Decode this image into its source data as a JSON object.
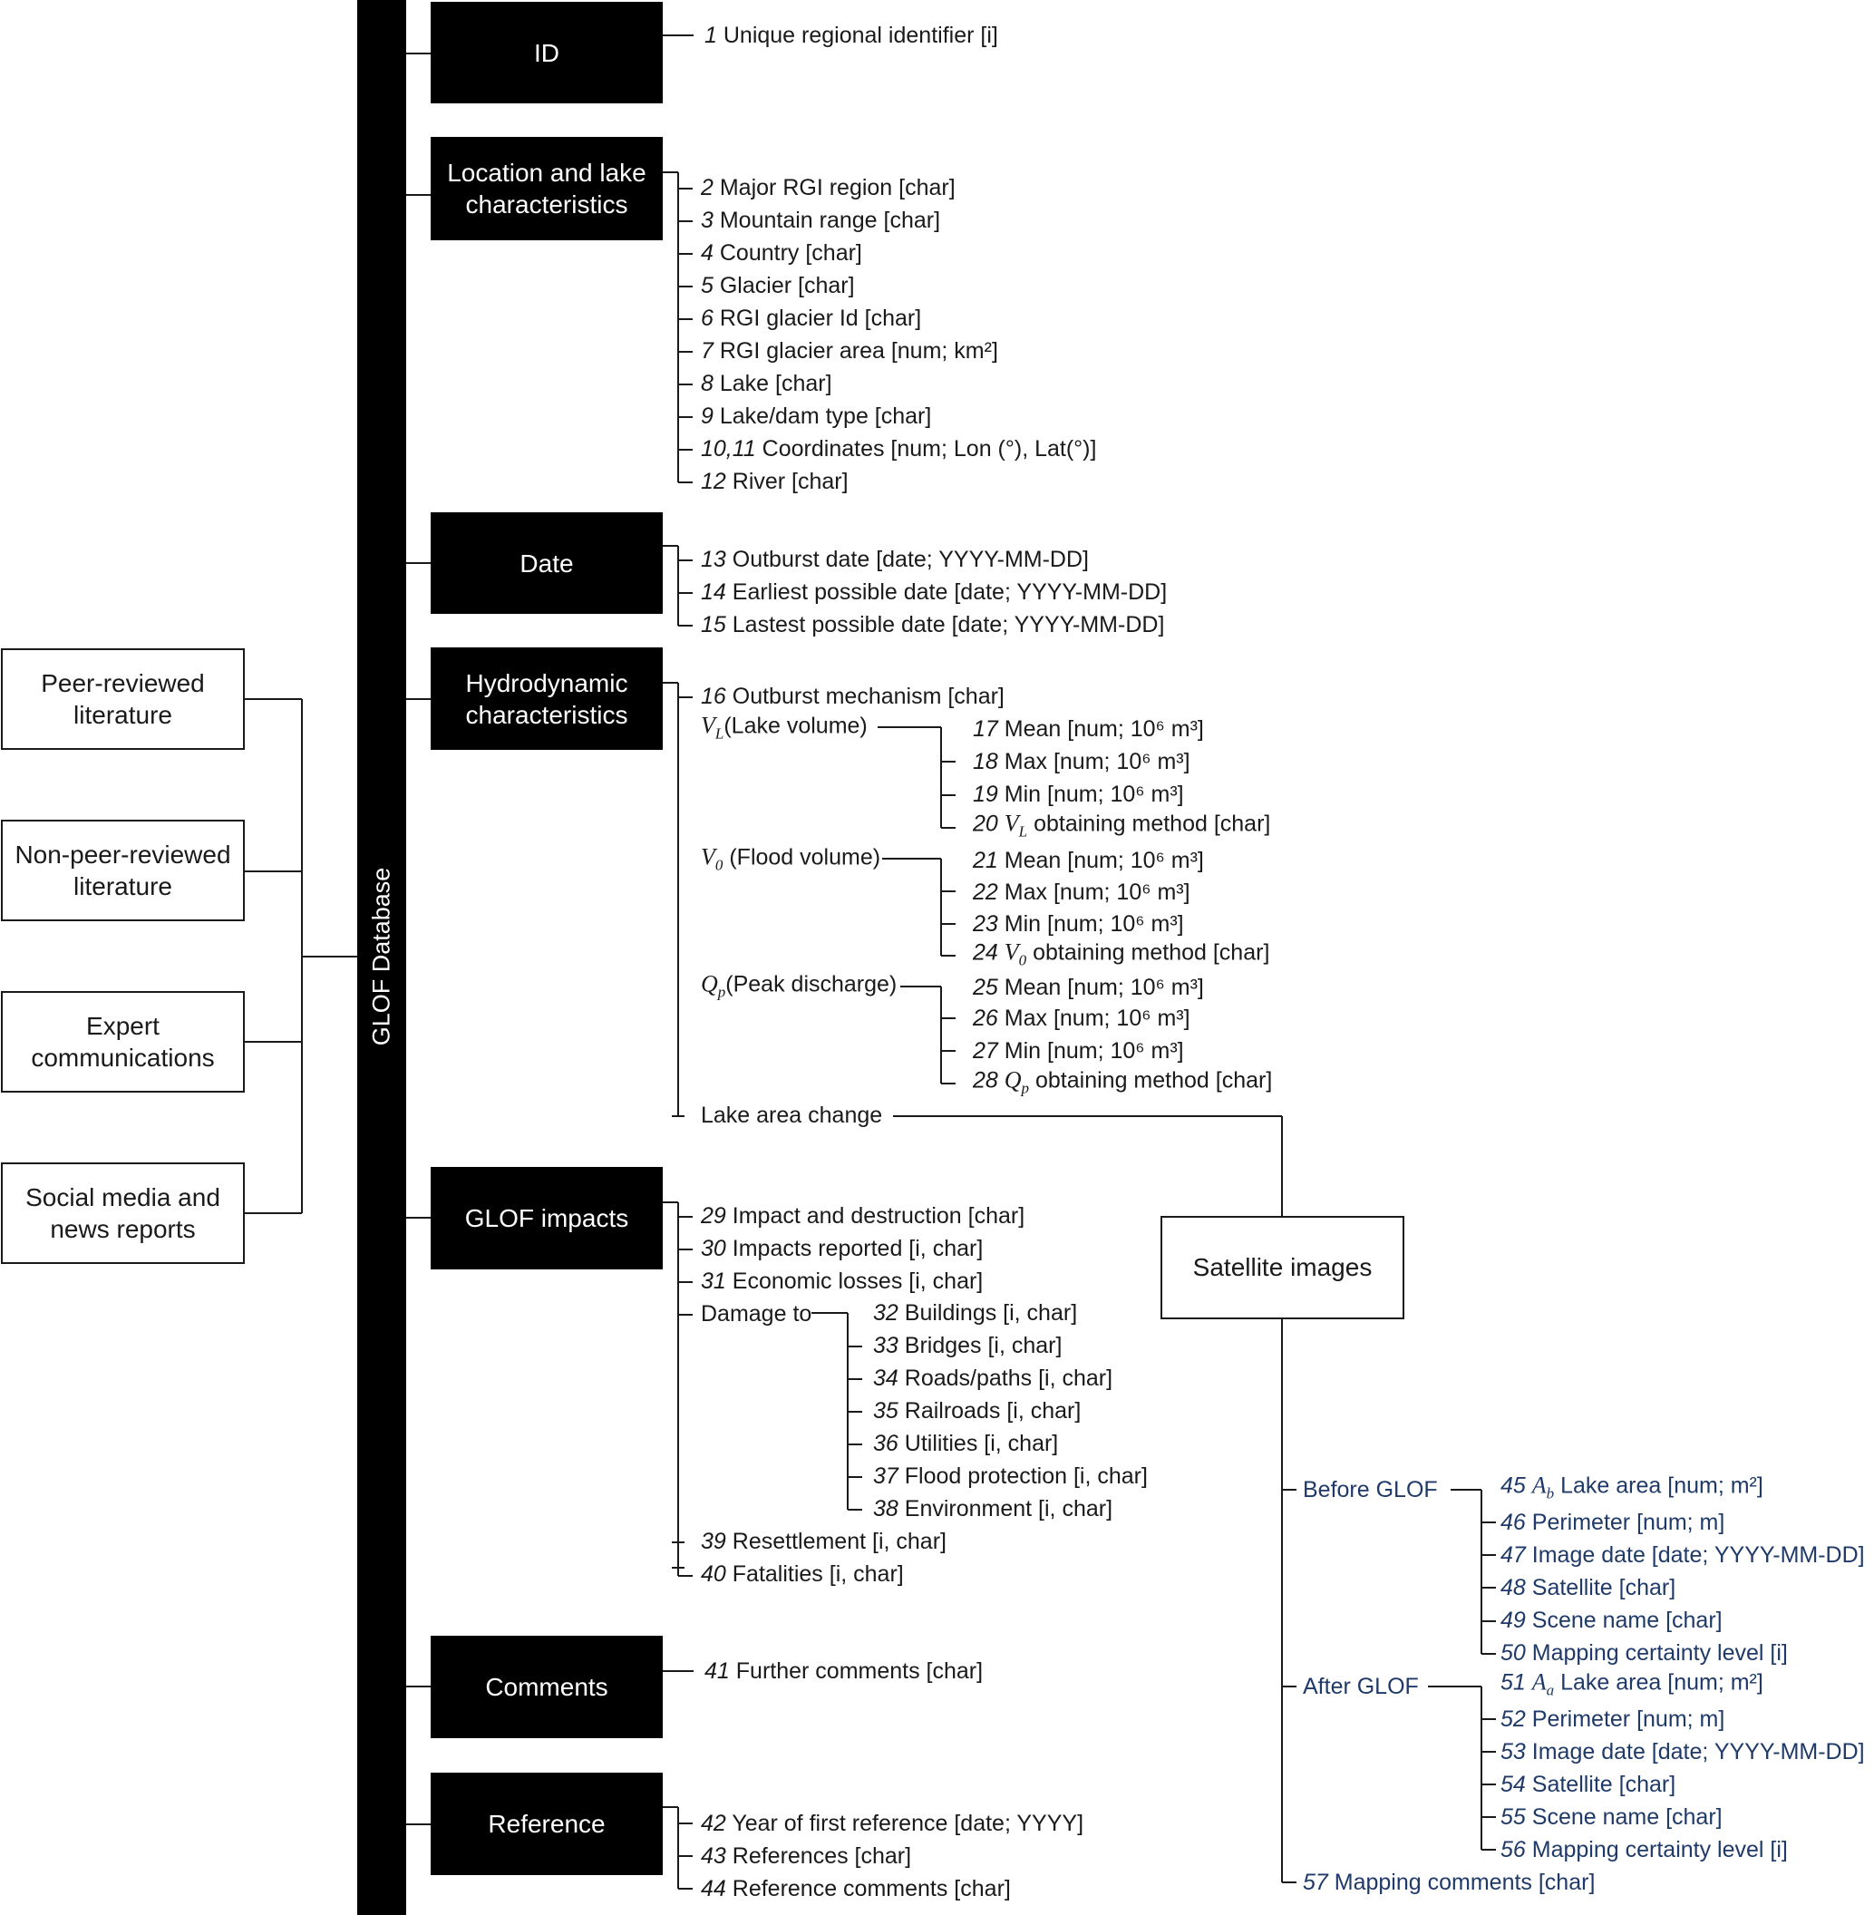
{
  "database_label": "GLOF Database",
  "sources": [
    {
      "label": "Peer-reviewed literature"
    },
    {
      "label": "Non-peer-reviewed literature"
    },
    {
      "label": "Expert communications"
    },
    {
      "label": "Social media and news reports"
    }
  ],
  "categories": {
    "id": "ID",
    "location": "Location and lake characteristics",
    "date": "Date",
    "hydro": "Hydrodynamic characteristics",
    "impacts": "GLOF impacts",
    "comments": "Comments",
    "reference": "Reference"
  },
  "satellite_images": "Satellite images",
  "items": {
    "i1": {
      "n": "1",
      "t": "Unique regional identifier [i]"
    },
    "i2": {
      "n": "2",
      "t": "Major RGI region [char]"
    },
    "i3": {
      "n": "3",
      "t": "Mountain range [char]"
    },
    "i4": {
      "n": "4",
      "t": "Country [char]"
    },
    "i5": {
      "n": "5",
      "t": "Glacier [char]"
    },
    "i6": {
      "n": "6",
      "t": "RGI glacier Id [char]"
    },
    "i7": {
      "n": "7",
      "t": "RGI glacier area [num; km²]"
    },
    "i8": {
      "n": "8",
      "t": "Lake [char]"
    },
    "i9": {
      "n": "9",
      "t": "Lake/dam type [char]"
    },
    "i10": {
      "n": "10,11",
      "t": "Coordinates [num; Lon (°), Lat(°)]"
    },
    "i12": {
      "n": "12",
      "t": "River [char]"
    },
    "i13": {
      "n": "13",
      "t": "Outburst date [date; YYYY-MM-DD]"
    },
    "i14": {
      "n": "14",
      "t": "Earliest possible date [date; YYYY-MM-DD]"
    },
    "i15": {
      "n": "15",
      "t": "Lastest possible date [date; YYYY-MM-DD]"
    },
    "i16": {
      "n": "16",
      "t": "Outburst mechanism [char]"
    },
    "vl_group": {
      "sym": "VL",
      "t": "(Lake volume)"
    },
    "i17": {
      "n": "17",
      "t": "Mean [num; 10⁶ m³]"
    },
    "i18": {
      "n": "18",
      "t": "Max [num; 10⁶ m³]"
    },
    "i19": {
      "n": "19",
      "t": "Min [num; 10⁶ m³]"
    },
    "i20": {
      "n": "20",
      "sym": "VL",
      "t": "obtaining method [char]"
    },
    "v0_group": {
      "sym": "V0",
      "t": "(Flood volume)"
    },
    "i21": {
      "n": "21",
      "t": "Mean [num; 10⁶ m³]"
    },
    "i22": {
      "n": "22",
      "t": "Max [num; 10⁶ m³]"
    },
    "i23": {
      "n": "23",
      "t": "Min [num; 10⁶ m³]"
    },
    "i24": {
      "n": "24",
      "sym": "V0",
      "t": "obtaining method [char]"
    },
    "qp_group": {
      "sym": "Qp",
      "t": "(Peak discharge)"
    },
    "i25": {
      "n": "25",
      "t": "Mean [num; 10⁶ m³]"
    },
    "i26": {
      "n": "26",
      "t": "Max [num; 10⁶ m³]"
    },
    "i27": {
      "n": "27",
      "t": "Min [num; 10⁶ m³]"
    },
    "i28": {
      "n": "28",
      "sym": "Qp",
      "t": "obtaining method [char]"
    },
    "lake_area_change": "Lake area change",
    "i29": {
      "n": "29",
      "t": "Impact and destruction [char]"
    },
    "i30": {
      "n": "30",
      "t": "Impacts reported [i, char]"
    },
    "i31": {
      "n": "31",
      "t": "Economic losses [i, char]"
    },
    "damage_to": "Damage to",
    "i32": {
      "n": "32",
      "t": "Buildings [i, char]"
    },
    "i33": {
      "n": "33",
      "t": "Bridges [i, char]"
    },
    "i34": {
      "n": "34",
      "t": "Roads/paths [i, char]"
    },
    "i35": {
      "n": "35",
      "t": "Railroads [i, char]"
    },
    "i36": {
      "n": "36",
      "t": "Utilities [i, char]"
    },
    "i37": {
      "n": "37",
      "t": "Flood protection [i, char]"
    },
    "i38": {
      "n": "38",
      "t": "Environment [i, char]"
    },
    "i39": {
      "n": "39",
      "t": "Resettlement [i, char]"
    },
    "i40": {
      "n": "40",
      "t": "Fatalities [i, char]"
    },
    "i41": {
      "n": "41",
      "t": "Further comments [char]"
    },
    "i42": {
      "n": "42",
      "t": "Year of first reference [date; YYYY]"
    },
    "i43": {
      "n": "43",
      "t": "References [char]"
    },
    "i44": {
      "n": "44",
      "t": "Reference comments [char]"
    },
    "before_glof": "Before GLOF",
    "after_glof": "After GLOF",
    "i45": {
      "n": "45",
      "sym": "Ab",
      "t": "Lake area [num; m²]"
    },
    "i46": {
      "n": "46",
      "t": "Perimeter [num; m]"
    },
    "i47": {
      "n": "47",
      "t": "Image date [date; YYYY-MM-DD]"
    },
    "i48": {
      "n": "48",
      "t": "Satellite [char]"
    },
    "i49": {
      "n": "49",
      "t": "Scene name [char]"
    },
    "i50": {
      "n": "50",
      "t": "Mapping certainty level [i]"
    },
    "i51": {
      "n": "51",
      "sym": "Aa",
      "t": "Lake area [num; m²]"
    },
    "i52": {
      "n": "52",
      "t": "Perimeter [num; m]"
    },
    "i53": {
      "n": "53",
      "t": "Image date [date; YYYY-MM-DD]"
    },
    "i54": {
      "n": "54",
      "t": "Satellite [char]"
    },
    "i55": {
      "n": "55",
      "t": "Scene name [char]"
    },
    "i56": {
      "n": "56",
      "t": "Mapping certainty level [i]"
    },
    "i57": {
      "n": "57",
      "t": "Mapping comments [char]"
    }
  },
  "colors": {
    "box": "#000000",
    "text": "#1a1a1a",
    "satellite_text": "#1f3a68"
  }
}
